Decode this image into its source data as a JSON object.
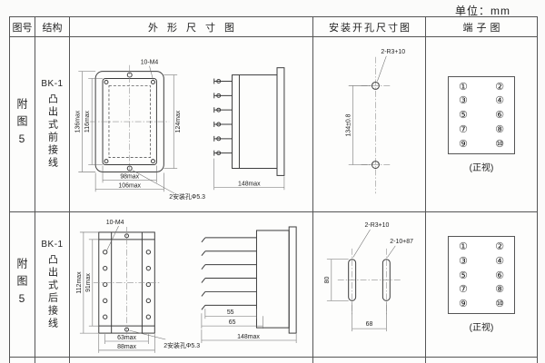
{
  "page": {
    "unit_label": "单位：mm"
  },
  "headers": {
    "fig_no": "图号",
    "structure": "结构",
    "outline": "外形尺寸图",
    "mounting": "安装开孔尺寸图",
    "terminal": "端子图"
  },
  "row1": {
    "fig_no": "附图5",
    "model": "BK-1",
    "structure": "凸出式前接线",
    "outline": {
      "thread": "10-M4",
      "h_outer": "136max",
      "h_inner": "116max",
      "h_right": "124max",
      "w_inner": "98max",
      "w_outer": "106max",
      "holes": "2安装孔Φ5.3",
      "depth": "148max"
    },
    "mounting": {
      "holes": "2-R3+10",
      "pitch": "134±0.8"
    },
    "terminal": {
      "view": "(正视)",
      "left": [
        "①",
        "③",
        "⑤",
        "⑦",
        "⑨"
      ],
      "right": [
        "②",
        "④",
        "⑥",
        "⑧",
        "⑩"
      ]
    }
  },
  "row2": {
    "fig_no": "附图5",
    "model": "BK-1",
    "structure": "凸出式后接线",
    "outline": {
      "thread": "10-M4",
      "h_outer": "112max",
      "h_inner": "91max",
      "w_inner": "63max",
      "w_outer": "88max",
      "holes": "2安装孔Φ5.3",
      "blade_width": "55",
      "base_width": "65",
      "depth": "148max"
    },
    "mounting": {
      "holes": "2-R3+10",
      "slots": "2-10+87",
      "height": "80",
      "pitch": "68"
    },
    "terminal": {
      "view": "(正视)",
      "left": [
        "①",
        "③",
        "⑤",
        "⑦",
        "⑨"
      ],
      "right": [
        "②",
        "④",
        "⑥",
        "⑧",
        "⑩"
      ]
    }
  }
}
